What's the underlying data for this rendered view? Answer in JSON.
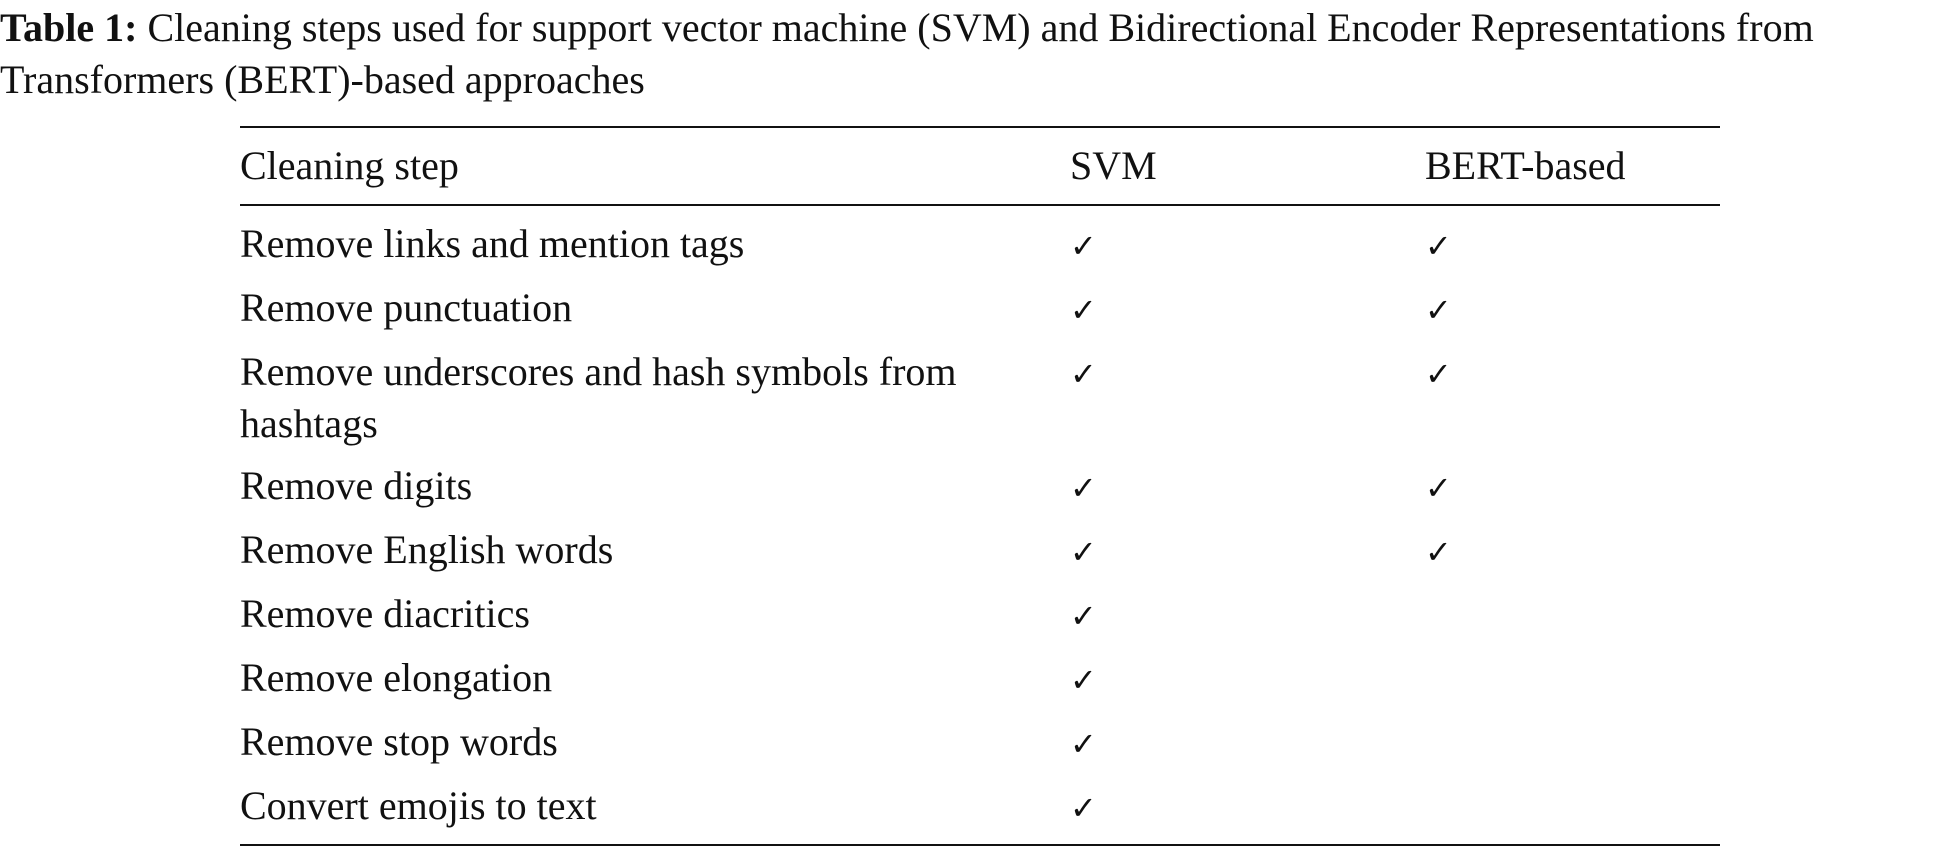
{
  "caption": {
    "label": "Table 1:",
    "text": "Cleaning steps used for support vector machine (SVM) and Bidirectional Encoder Representations from Transformers (BERT)-based approaches"
  },
  "table": {
    "headers": [
      "Cleaning step",
      "SVM",
      "BERT-based"
    ],
    "check_symbol": "✓",
    "rows": [
      {
        "step": "Remove links and mention tags",
        "svm": "✓",
        "bert": "✓"
      },
      {
        "step": "Remove punctuation",
        "svm": "✓",
        "bert": "✓"
      },
      {
        "step": "Remove underscores and hash symbols from hashtags",
        "svm": "✓",
        "bert": "✓"
      },
      {
        "step": "Remove digits",
        "svm": "✓",
        "bert": "✓"
      },
      {
        "step": "Remove English words",
        "svm": "✓",
        "bert": "✓"
      },
      {
        "step": "Remove diacritics",
        "svm": "✓",
        "bert": ""
      },
      {
        "step": "Remove elongation",
        "svm": "✓",
        "bert": ""
      },
      {
        "step": "Remove stop words",
        "svm": "✓",
        "bert": ""
      },
      {
        "step": "Convert emojis to text",
        "svm": "✓",
        "bert": ""
      }
    ]
  }
}
